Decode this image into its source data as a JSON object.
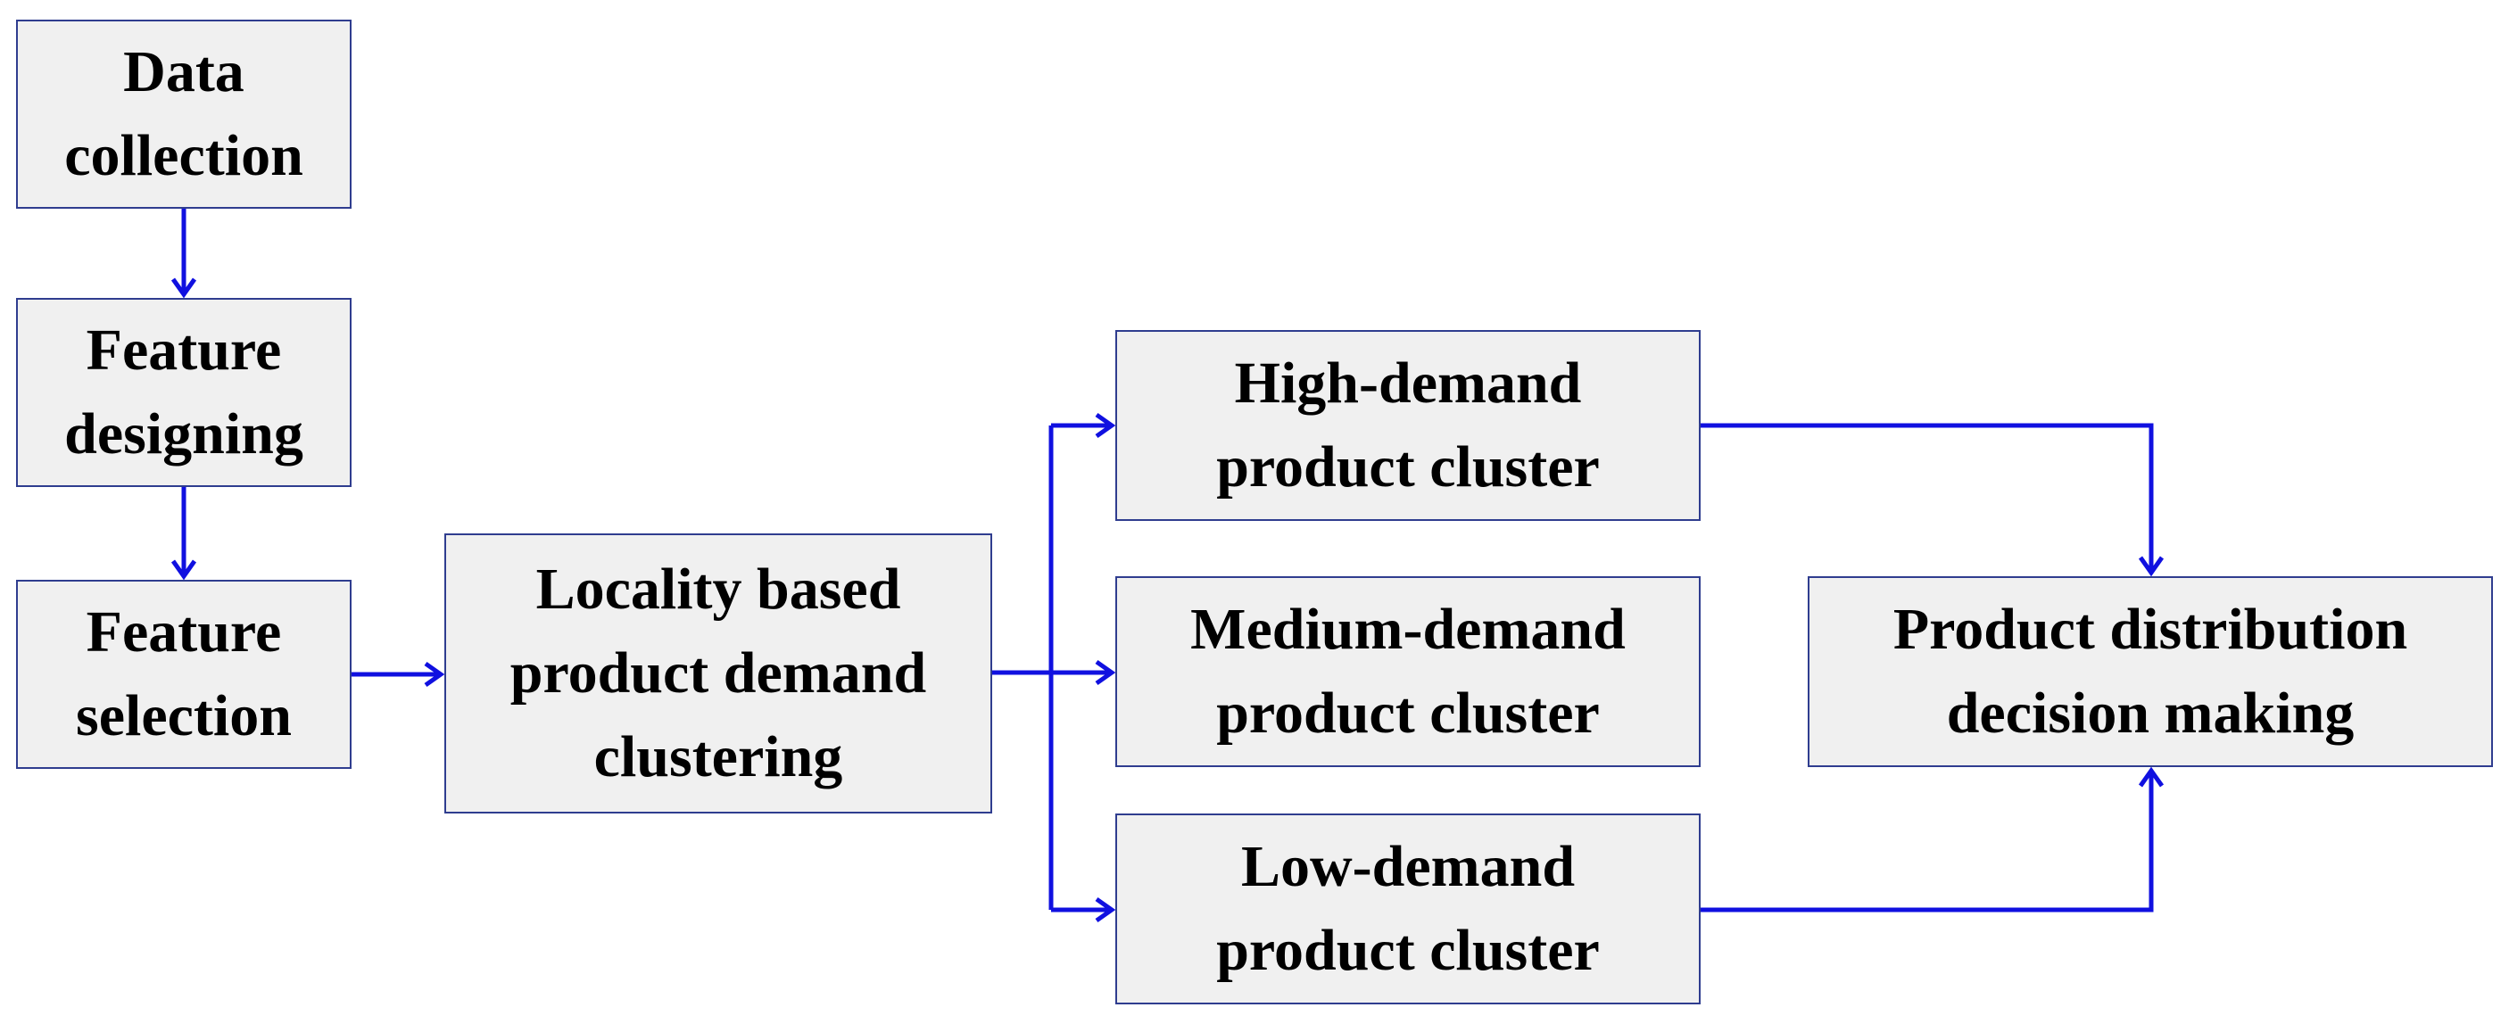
{
  "diagram": {
    "nodes": {
      "data_collection": "Data\ncollection",
      "feature_designing": "Feature\ndesigning",
      "feature_selection": "Feature\nselection",
      "locality_clustering": "Locality based\nproduct demand\nclustering",
      "high_demand": "High-demand\nproduct cluster",
      "medium_demand": "Medium-demand\nproduct cluster",
      "low_demand": "Low-demand\nproduct cluster",
      "decision_making": "Product distribution\ndecision making"
    },
    "edges": [
      {
        "from": "data_collection",
        "to": "feature_designing"
      },
      {
        "from": "feature_designing",
        "to": "feature_selection"
      },
      {
        "from": "feature_selection",
        "to": "locality_clustering"
      },
      {
        "from": "locality_clustering",
        "to": "high_demand"
      },
      {
        "from": "locality_clustering",
        "to": "medium_demand"
      },
      {
        "from": "locality_clustering",
        "to": "low_demand"
      },
      {
        "from": "high_demand",
        "to": "decision_making"
      },
      {
        "from": "low_demand",
        "to": "decision_making"
      }
    ],
    "colors": {
      "arrow": "#1010e0",
      "box_border": "#2f3d8f",
      "box_fill": "#f0f0f0",
      "text": "#000000"
    }
  }
}
